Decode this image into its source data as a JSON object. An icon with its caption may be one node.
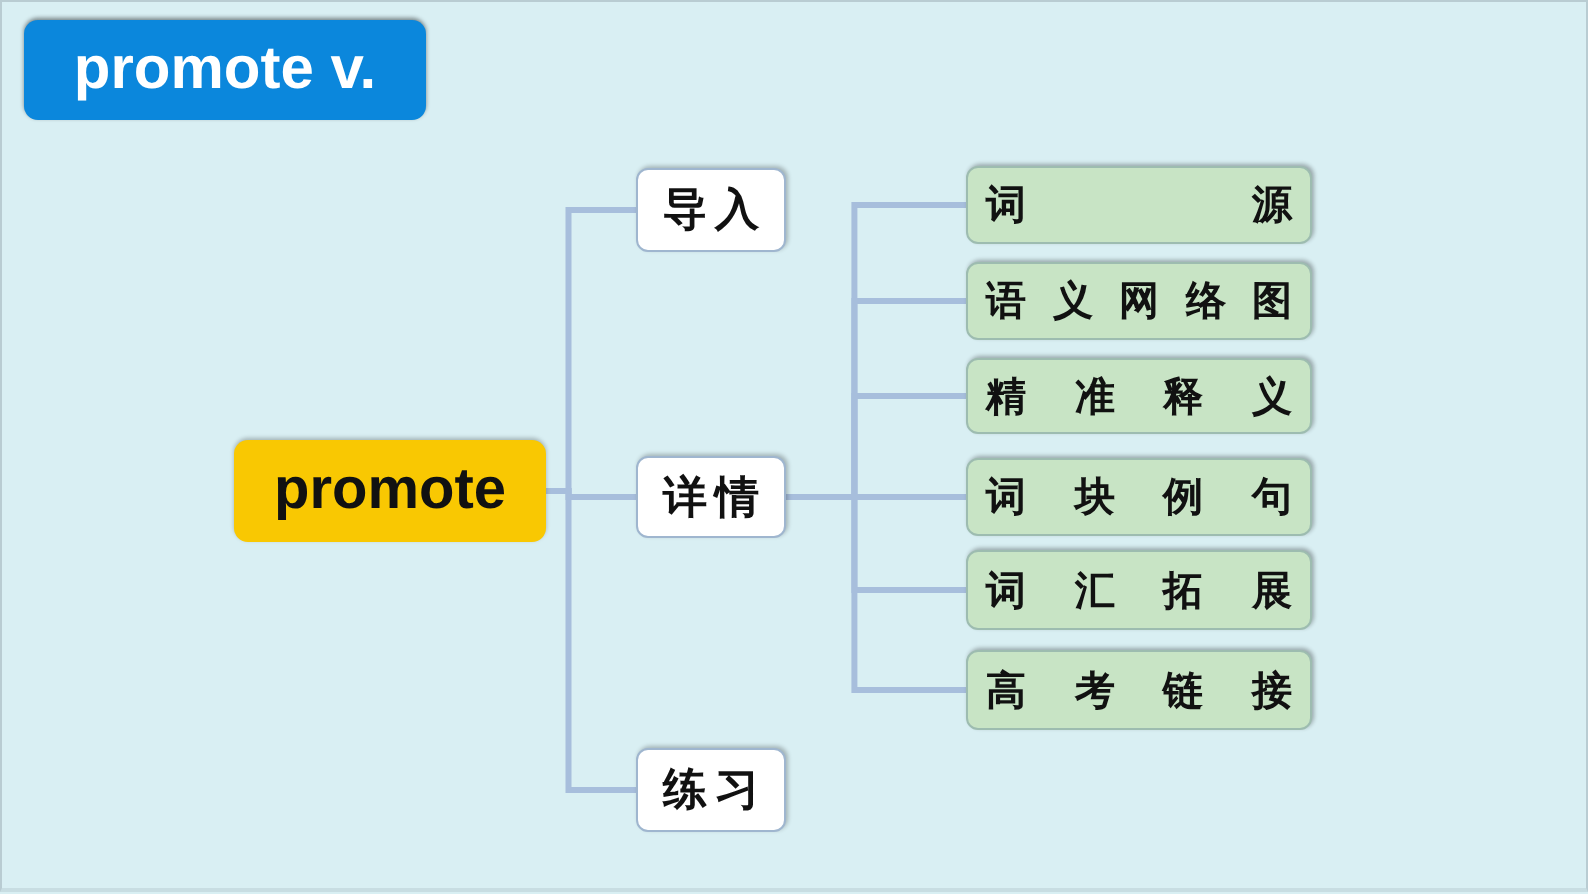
{
  "diagram": {
    "title": "promote v.",
    "nodes": [
      {
        "text": [
          "promote"
        ]
      },
      {
        "text": [
          "导入"
        ]
      },
      {
        "text": [
          "详情"
        ]
      },
      {
        "text": [
          "练习"
        ]
      },
      {
        "text": [
          "词源"
        ]
      },
      {
        "text": [
          "语义网络图"
        ]
      },
      {
        "text": [
          "精准释义"
        ]
      },
      {
        "text": [
          "词块例句"
        ]
      },
      {
        "text": [
          "词汇拓展"
        ]
      },
      {
        "text": [
          "高考链接"
        ]
      }
    ],
    "edges": [
      {
        "from": 0,
        "to": 1,
        "arrow": "none"
      },
      {
        "from": 0,
        "to": 2,
        "arrow": "none"
      },
      {
        "from": 0,
        "to": 3,
        "arrow": "none"
      },
      {
        "from": 2,
        "to": 4,
        "arrow": "none"
      },
      {
        "from": 2,
        "to": 5,
        "arrow": "none"
      },
      {
        "from": 2,
        "to": 6,
        "arrow": "none"
      },
      {
        "from": 2,
        "to": 7,
        "arrow": "none"
      },
      {
        "from": 2,
        "to": 8,
        "arrow": "none"
      },
      {
        "from": 2,
        "to": 9,
        "arrow": "none"
      }
    ]
  }
}
